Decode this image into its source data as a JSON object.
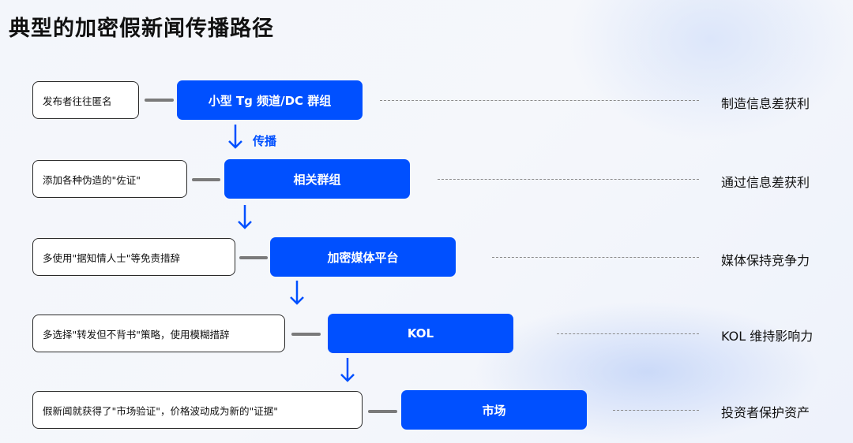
{
  "title": "典型的加密假新闻传播路径",
  "accent_color": "#0050ff",
  "arrow_label": "传播",
  "stages": [
    {
      "node": "小型 Tg 频道/DC 群组",
      "note": "发布者往往匿名",
      "outcome": "制造信息差获利"
    },
    {
      "node": "相关群组",
      "note": "添加各种伪造的\"佐证\"",
      "outcome": "通过信息差获利"
    },
    {
      "node": "加密媒体平台",
      "note": "多使用\"据知情人士\"等免责措辞",
      "outcome": "媒体保持竞争力"
    },
    {
      "node": "KOL",
      "note": "多选择\"转发但不背书\"策略，使用模糊措辞",
      "outcome": "KOL 维持影响力"
    },
    {
      "node": "市场",
      "note": "假新闻就获得了\"市场验证\"，价格波动成为新的\"证据\"",
      "outcome": "投资者保护资产"
    }
  ]
}
